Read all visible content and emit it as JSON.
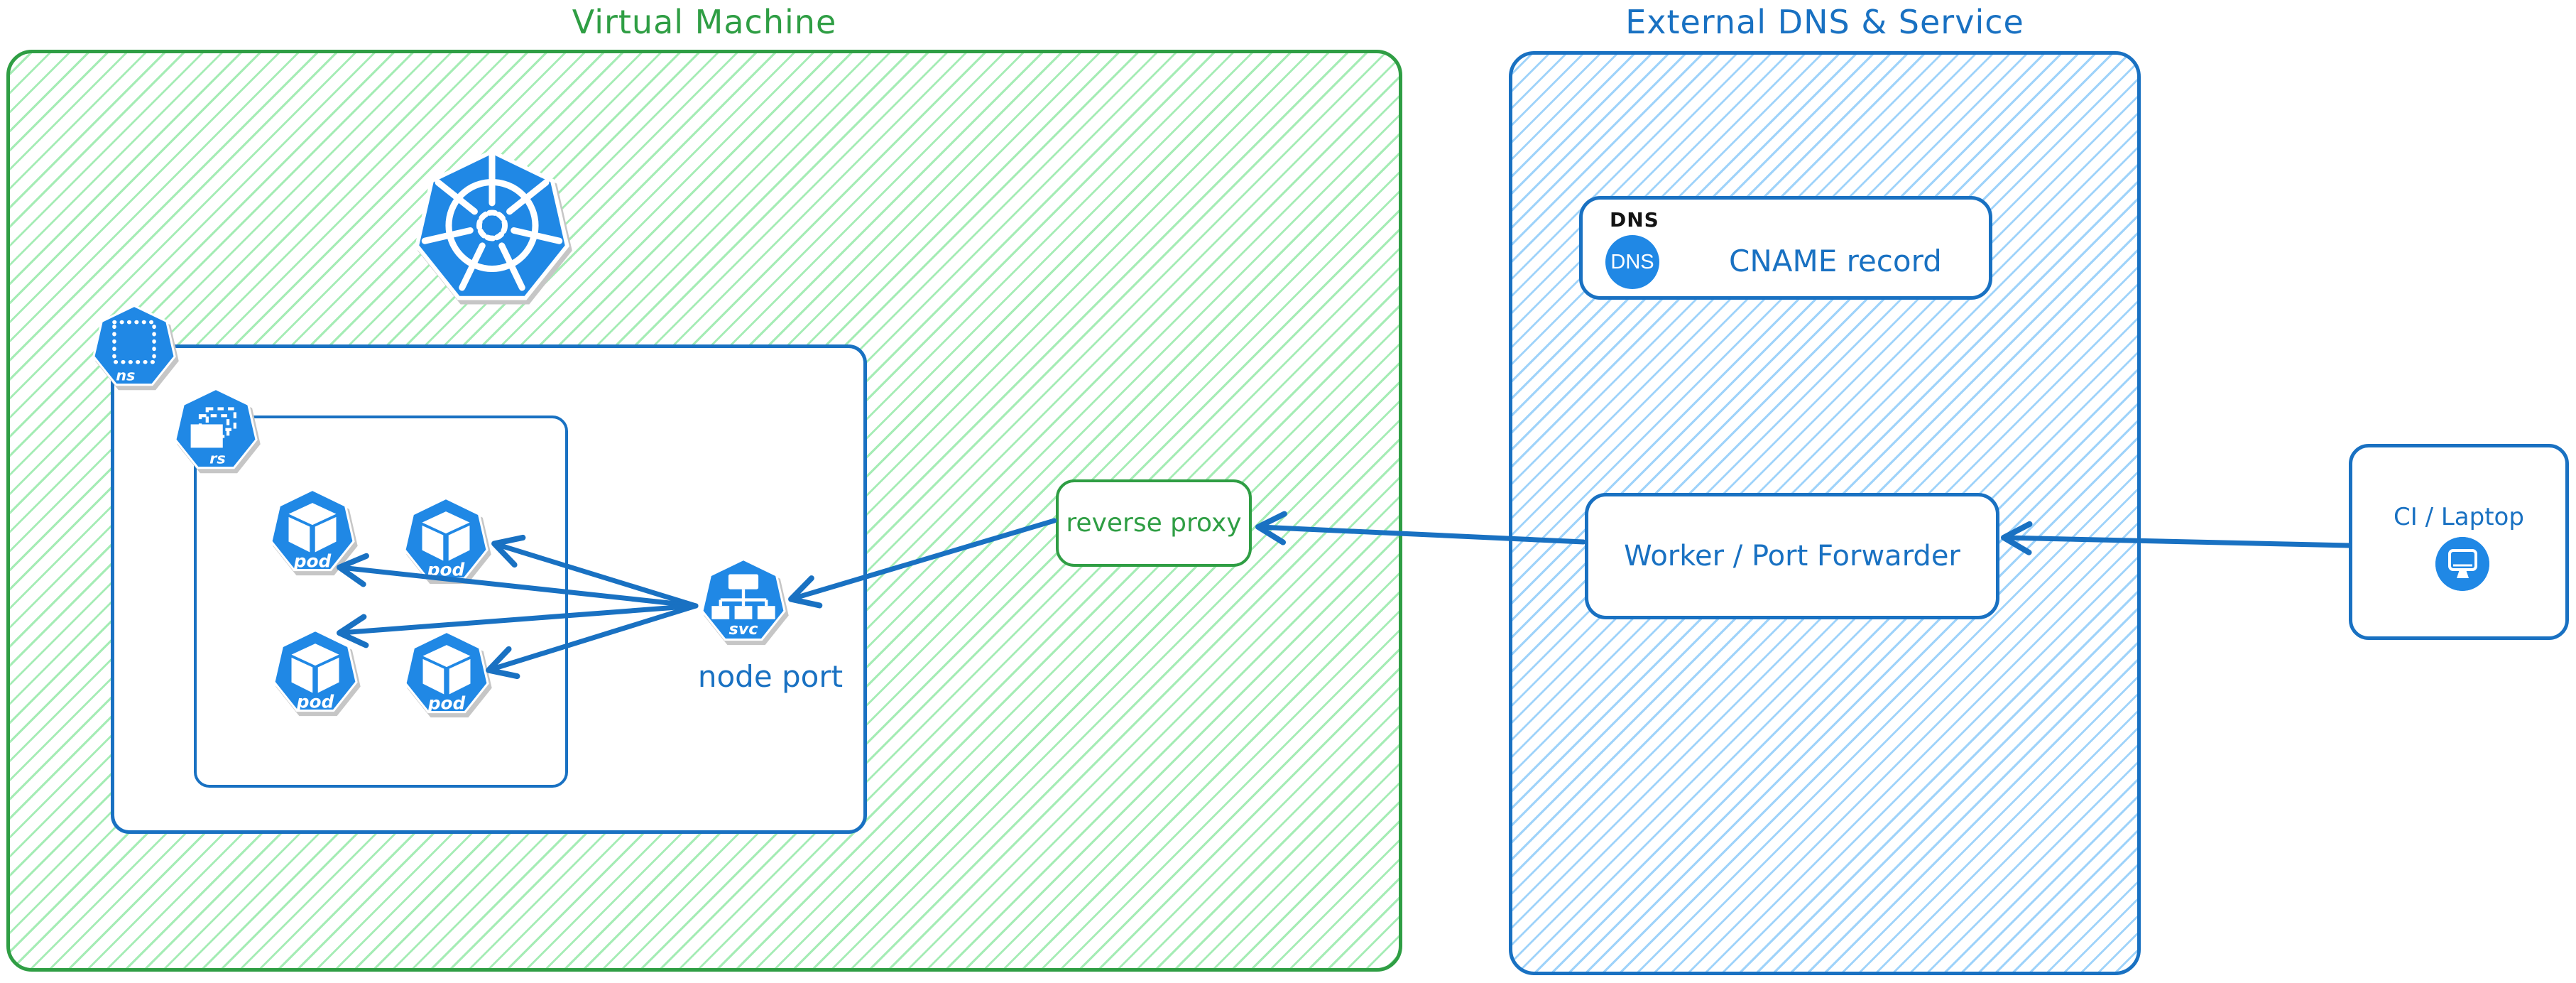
{
  "diagram": {
    "vm": {
      "title": "Virtual Machine",
      "ns_label": "ns",
      "rs_label": "rs",
      "pods": [
        {
          "label": "pod"
        },
        {
          "label": "pod"
        },
        {
          "label": "pod"
        },
        {
          "label": "pod"
        }
      ],
      "svc_label": "svc",
      "svc_caption": "node port",
      "reverse_proxy_label": "reverse proxy"
    },
    "external": {
      "title": "External DNS & Service",
      "dns_card": {
        "heading": "DNS",
        "icon_text": "DNS",
        "label": "CNAME record"
      },
      "worker_label": "Worker / Port Forwarder"
    },
    "client_label": "CI / Laptop",
    "connections": [
      {
        "from": "ci-laptop",
        "to": "worker-port-forwarder"
      },
      {
        "from": "worker-port-forwarder",
        "to": "reverse-proxy"
      },
      {
        "from": "reverse-proxy",
        "to": "node-port-service"
      },
      {
        "from": "node-port-service",
        "to": "pod-1"
      },
      {
        "from": "node-port-service",
        "to": "pod-2"
      },
      {
        "from": "node-port-service",
        "to": "pod-3"
      },
      {
        "from": "node-port-service",
        "to": "pod-4"
      }
    ],
    "colors": {
      "green_stroke": "#2f9e44",
      "green_hatch": "#a5ecb5",
      "blue_stroke": "#1971c2",
      "blue_hatch": "#9fd3fa",
      "icon_blue": "#2088e5",
      "heading_black": "#141414"
    }
  }
}
